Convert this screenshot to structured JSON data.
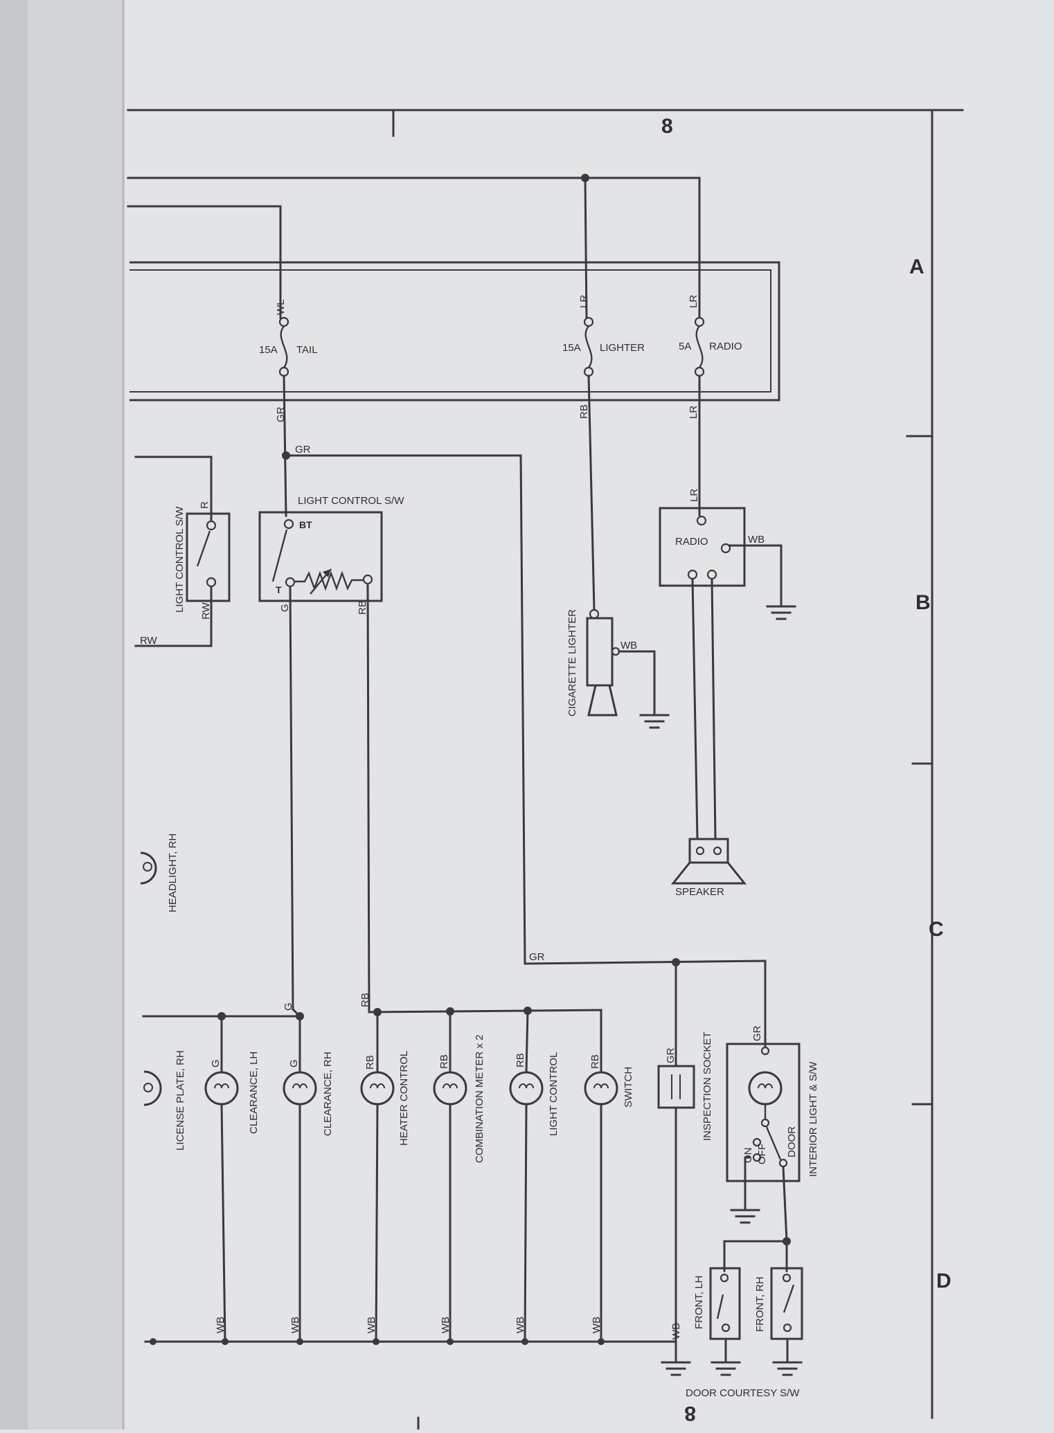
{
  "grid": {
    "columns": [
      "8",
      "8"
    ],
    "rows": [
      "A",
      "B",
      "C",
      "D"
    ]
  },
  "fuse_box": {
    "fuses": [
      {
        "rating": "15A",
        "name": "TAIL",
        "wire_in": "WL",
        "wire_out": "GR"
      },
      {
        "rating": "15A",
        "name": "LIGHTER",
        "wire_in": "LR",
        "wire_out": "RB"
      },
      {
        "rating": "5A",
        "name": "RADIO",
        "wire_in": "LR",
        "wire_out": "LR"
      }
    ]
  },
  "light_control_sw": {
    "title": "LIGHT CONTROL S/W",
    "terminals": [
      "BT",
      "T"
    ],
    "wire_out_left": "G",
    "wire_out_right": "RB",
    "wire_in": "GR"
  },
  "light_control_sw_left": {
    "title": "LIGHT CONTROL S/W",
    "wire_top": "R",
    "wire_bottom": "RW",
    "feed_label": "RW"
  },
  "radio": {
    "title": "RADIO",
    "wire_in": "LR",
    "wire_ground": "WB"
  },
  "cigarette_lighter": {
    "title": "CIGARETTE LIGHTER",
    "wire_ground": "WB"
  },
  "speaker": {
    "title": "SPEAKER"
  },
  "headlight": {
    "title": "HEADLIGHT, RH"
  },
  "bulbs": [
    {
      "title": "LICENSE PLATE, RH",
      "wire": "",
      "ground": ""
    },
    {
      "title": "CLEARANCE, LH",
      "wire": "G",
      "ground": "WB"
    },
    {
      "title": "CLEARANCE, RH",
      "wire": "G",
      "ground": "WB"
    },
    {
      "title": "HEATER CONTROL",
      "wire": "RB",
      "ground": "WB"
    },
    {
      "title": "COMBINATION METER x 2",
      "wire": "RB",
      "ground": "WB"
    },
    {
      "title": "LIGHT CONTROL",
      "wire": "RB",
      "ground": "WB"
    },
    {
      "title": "SWITCH",
      "wire": "RB",
      "ground": "WB"
    }
  ],
  "bus_labels": {
    "g_bus": "G",
    "rb_bus": "RB",
    "gr_branch": "GR",
    "gr_long": "GR"
  },
  "inspection_socket": {
    "title": "INSPECTION SOCKET",
    "wire": "GR",
    "ground": "WB"
  },
  "interior_light": {
    "title": "INTERIOR LIGHT & S/W",
    "wire": "GR",
    "positions": [
      "ON",
      "OFF",
      "DOOR"
    ]
  },
  "door_courtesy": {
    "title": "DOOR COURTESY S/W",
    "switches": [
      "FRONT, LH",
      "FRONT, RH"
    ]
  }
}
